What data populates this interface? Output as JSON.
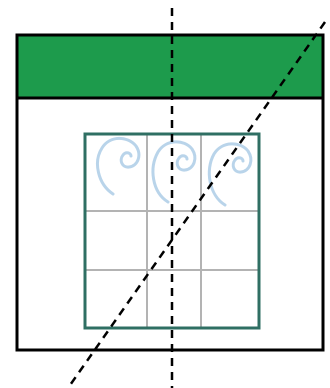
{
  "diagram": {
    "colors": {
      "background": "#ffffff",
      "frame_stroke": "#000000",
      "header_fill": "#1d9b4c",
      "window_stroke": "#2f6f63",
      "grid_stroke": "#b3b3b3",
      "curl_stroke": "#b9d4ea",
      "dashed_line": "#000000"
    },
    "window": {
      "rows": 3,
      "columns": 3,
      "curl_count": 3
    },
    "guides": {
      "vertical_dashed": true,
      "diagonal_dashed": true
    }
  }
}
